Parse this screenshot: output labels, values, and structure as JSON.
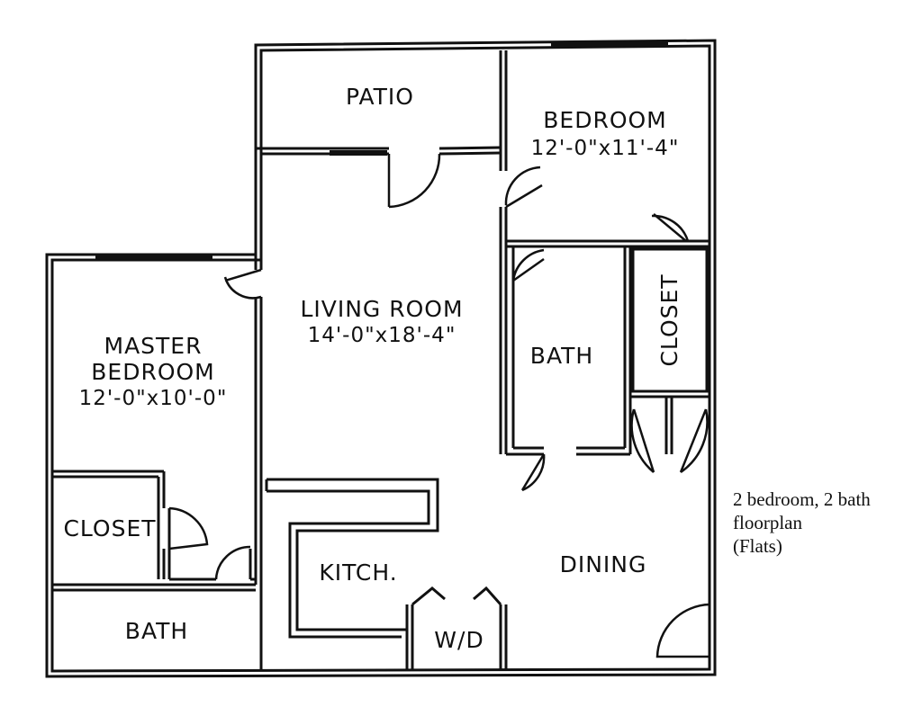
{
  "rooms": {
    "patio": {
      "name": "PATIO"
    },
    "bedroom": {
      "name": "BEDROOM",
      "size": "12'-0\"x11'-4\""
    },
    "living_room": {
      "name": "LIVING ROOM",
      "size": "14'-0\"x18'-4\""
    },
    "master_bedroom": {
      "name_line1": "MASTER",
      "name_line2": "BEDROOM",
      "size": "12'-0\"x10'-0\""
    },
    "bath_right": {
      "name": "BATH"
    },
    "closet_right": {
      "name": "CLOSET"
    },
    "closet_left": {
      "name": "CLOSET"
    },
    "bath_left": {
      "name": "BATH"
    },
    "kitchen": {
      "name": "KITCH."
    },
    "washer_dryer": {
      "name": "W/D"
    },
    "dining": {
      "name": "DINING"
    }
  },
  "caption": {
    "line1": "2 bedroom, 2 bath",
    "line2": "floorplan",
    "line3": "(Flats)"
  },
  "colors": {
    "ink": "#111111",
    "paper": "#ffffff"
  }
}
